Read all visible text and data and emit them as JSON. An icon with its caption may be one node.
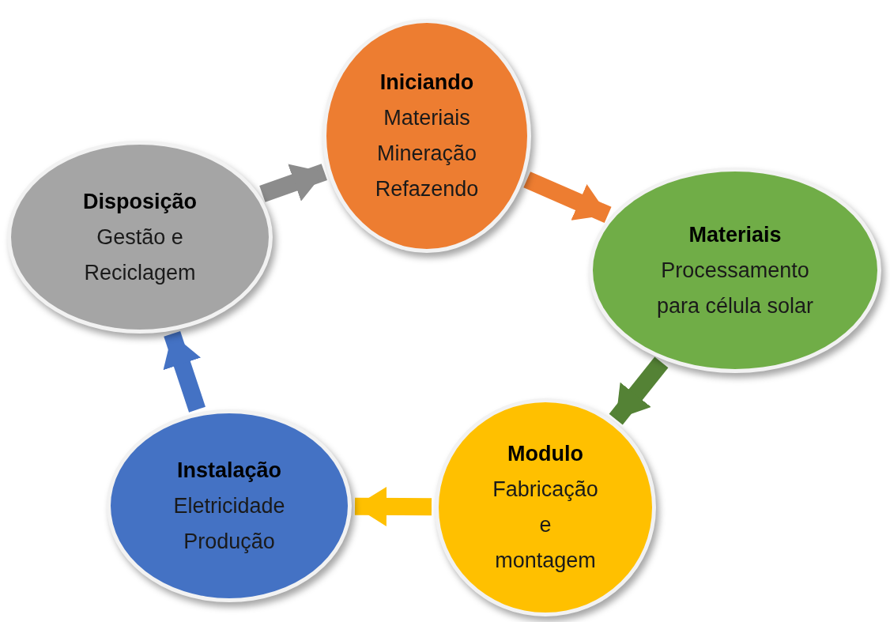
{
  "diagram": {
    "nodes": [
      {
        "text": [
          "Iniciando",
          "Materiais Mineração Refazendo"
        ]
      },
      {
        "text": [
          "Materiais",
          "Processamento para célula solar"
        ]
      },
      {
        "text": [
          "Modulo",
          "Fabricação e montagem"
        ]
      },
      {
        "text": [
          "Instalação",
          "Eletricidade Produção"
        ]
      },
      {
        "text": [
          "Disposição",
          "Gestão e Reciclagem"
        ]
      }
    ],
    "edges": [
      {
        "from": 0,
        "to": 1,
        "arrow": "to",
        "color": "#ed7d31"
      },
      {
        "from": 1,
        "to": 2,
        "arrow": "to",
        "color": "#548235"
      },
      {
        "from": 2,
        "to": 3,
        "arrow": "to",
        "color": "#ffc000"
      },
      {
        "from": 3,
        "to": 4,
        "arrow": "to",
        "color": "#4472c4"
      },
      {
        "from": 4,
        "to": 0,
        "arrow": "to",
        "color": "#8c8c8c"
      }
    ]
  }
}
